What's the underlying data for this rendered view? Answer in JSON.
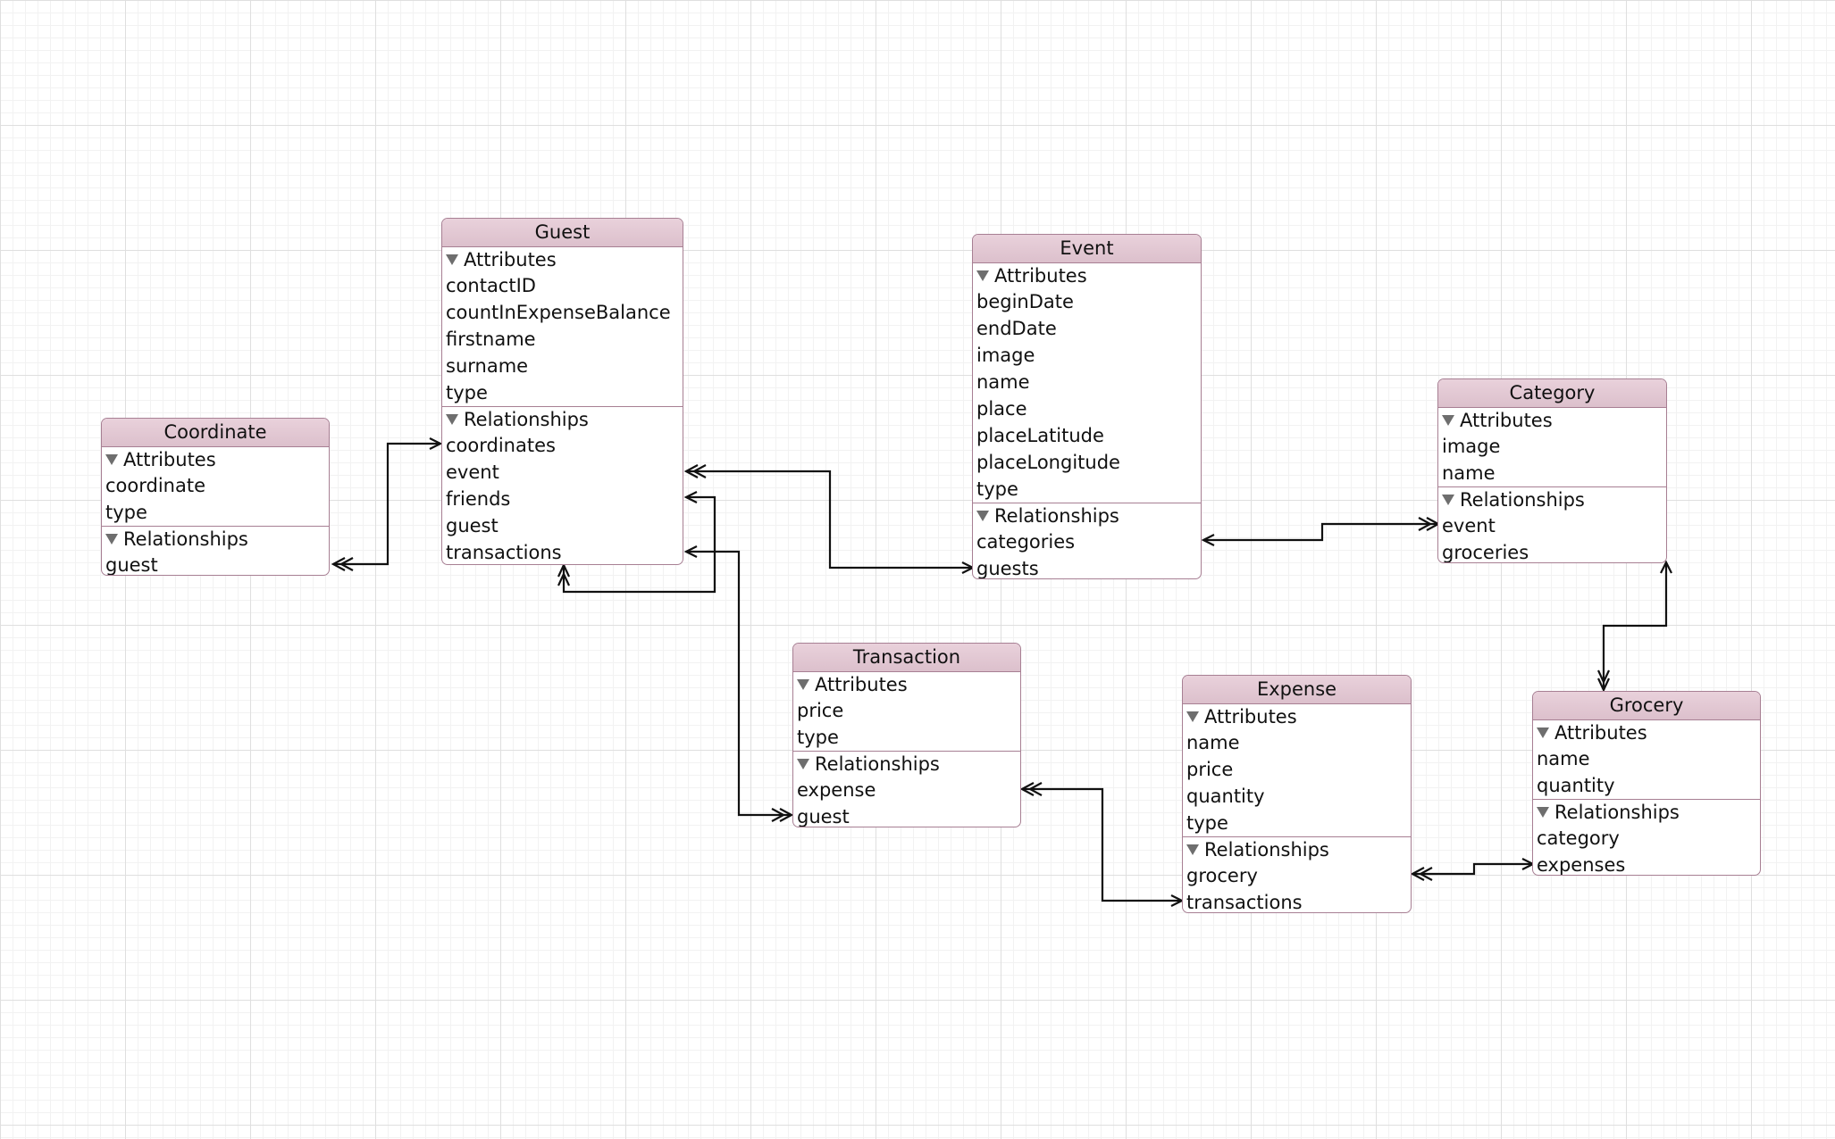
{
  "entities": [
    {
      "id": "coordinate",
      "name": "Coordinate",
      "attributes_label": "Attributes",
      "relationships_label": "Relationships",
      "attributes": [
        "coordinate",
        "type"
      ],
      "relationships": [
        "guest"
      ]
    },
    {
      "id": "guest",
      "name": "Guest",
      "attributes_label": "Attributes",
      "relationships_label": "Relationships",
      "attributes": [
        "contactID",
        "countInExpenseBalance",
        "firstname",
        "surname",
        "type"
      ],
      "relationships": [
        "coordinates",
        "event",
        "friends",
        "guest",
        "transactions"
      ]
    },
    {
      "id": "event",
      "name": "Event",
      "attributes_label": "Attributes",
      "relationships_label": "Relationships",
      "attributes": [
        "beginDate",
        "endDate",
        "image",
        "name",
        "place",
        "placeLatitude",
        "placeLongitude",
        "type"
      ],
      "relationships": [
        "categories",
        "guests"
      ]
    },
    {
      "id": "category",
      "name": "Category",
      "attributes_label": "Attributes",
      "relationships_label": "Relationships",
      "attributes": [
        "image",
        "name"
      ],
      "relationships": [
        "event",
        "groceries"
      ]
    },
    {
      "id": "transaction",
      "name": "Transaction",
      "attributes_label": "Attributes",
      "relationships_label": "Relationships",
      "attributes": [
        "price",
        "type"
      ],
      "relationships": [
        "expense",
        "guest"
      ]
    },
    {
      "id": "expense",
      "name": "Expense",
      "attributes_label": "Attributes",
      "relationships_label": "Relationships",
      "attributes": [
        "name",
        "price",
        "quantity",
        "type"
      ],
      "relationships": [
        "grocery",
        "transactions"
      ]
    },
    {
      "id": "grocery",
      "name": "Grocery",
      "attributes_label": "Attributes",
      "relationships_label": "Relationships",
      "attributes": [
        "name",
        "quantity"
      ],
      "relationships": [
        "category",
        "expenses"
      ]
    }
  ],
  "relationships": [
    {
      "from": "coordinate.guest",
      "to": "guest.coordinates"
    },
    {
      "from": "guest.event",
      "to": "event.guests"
    },
    {
      "from": "guest.friends",
      "to": "guest.guest"
    },
    {
      "from": "guest.transactions",
      "to": "transaction.guest"
    },
    {
      "from": "event.categories",
      "to": "category.event"
    },
    {
      "from": "category.groceries",
      "to": "grocery.category"
    },
    {
      "from": "transaction.expense",
      "to": "expense.transactions"
    },
    {
      "from": "expense.grocery",
      "to": "grocery.expenses"
    }
  ]
}
